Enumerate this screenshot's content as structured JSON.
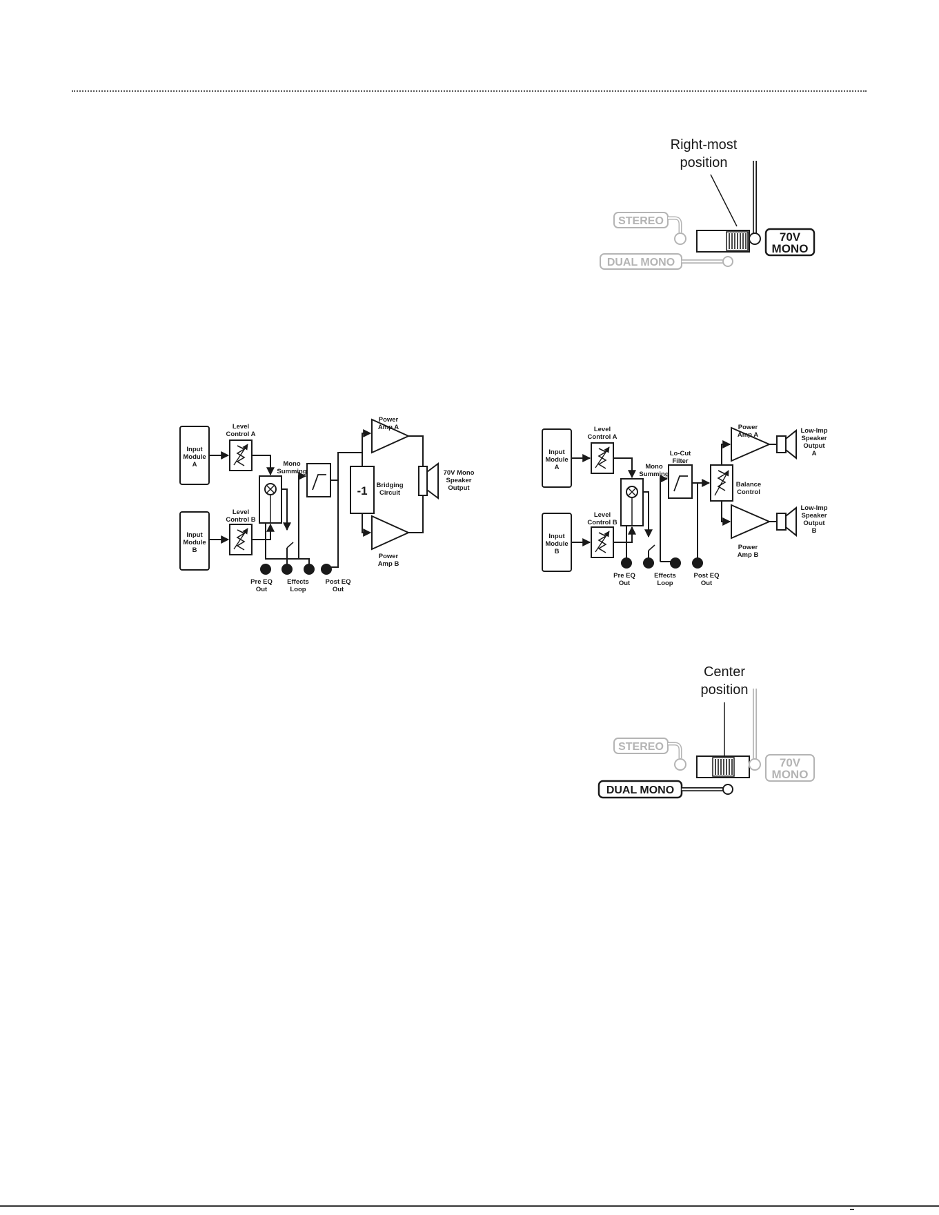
{
  "switch_top": {
    "caption_line1": "Right-most",
    "caption_line2": "position",
    "stereo": "STEREO",
    "dual_mono": "DUAL MONO",
    "mono_70v_line1": "70V",
    "mono_70v_line2": "MONO",
    "active": "70V MONO"
  },
  "switch_bottom": {
    "caption_line1": "Center",
    "caption_line2": "position",
    "stereo": "STEREO",
    "dual_mono": "DUAL MONO",
    "mono_70v_line1": "70V",
    "mono_70v_line2": "MONO",
    "active": "DUAL MONO"
  },
  "diagram_left": {
    "input_a": [
      "Input",
      "Module",
      "A"
    ],
    "input_b": [
      "Input",
      "Module",
      "B"
    ],
    "level_a": [
      "Level",
      "Control A"
    ],
    "level_b": [
      "Level",
      "Control B"
    ],
    "summing": [
      "Mono",
      "Summing"
    ],
    "invert": "-1",
    "bridging": [
      "Bridging",
      "Circuit"
    ],
    "amp_a": [
      "Power",
      "Amp A"
    ],
    "amp_b": [
      "Power",
      "Amp B"
    ],
    "speaker": [
      "70V Mono",
      "Speaker",
      "Output"
    ],
    "pre_eq": [
      "Pre EQ",
      "Out"
    ],
    "effects": [
      "Effects",
      "Loop"
    ],
    "post_eq": [
      "Post EQ",
      "Out"
    ]
  },
  "diagram_right": {
    "input_a": [
      "Input",
      "Module",
      "A"
    ],
    "input_b": [
      "Input",
      "Module",
      "B"
    ],
    "level_a": [
      "Level",
      "Control A"
    ],
    "level_b": [
      "Level",
      "Control B"
    ],
    "summing": [
      "Mono",
      "Summing"
    ],
    "locut": [
      "Lo-Cut",
      "Filter"
    ],
    "balance": [
      "Balance",
      "Control"
    ],
    "amp_a": [
      "Power",
      "Amp A"
    ],
    "amp_b": [
      "Power",
      "Amp B"
    ],
    "speaker_a": [
      "Low-Imp",
      "Speaker",
      "Output",
      "A"
    ],
    "speaker_b": [
      "Low-Imp",
      "Speaker",
      "Output",
      "B"
    ],
    "pre_eq": [
      "Pre EQ",
      "Out"
    ],
    "effects": [
      "Effects",
      "Loop"
    ],
    "post_eq": [
      "Post EQ",
      "Out"
    ]
  },
  "colors": {
    "ink": "#1a1a1a",
    "inactive": "#b4b4b4"
  }
}
